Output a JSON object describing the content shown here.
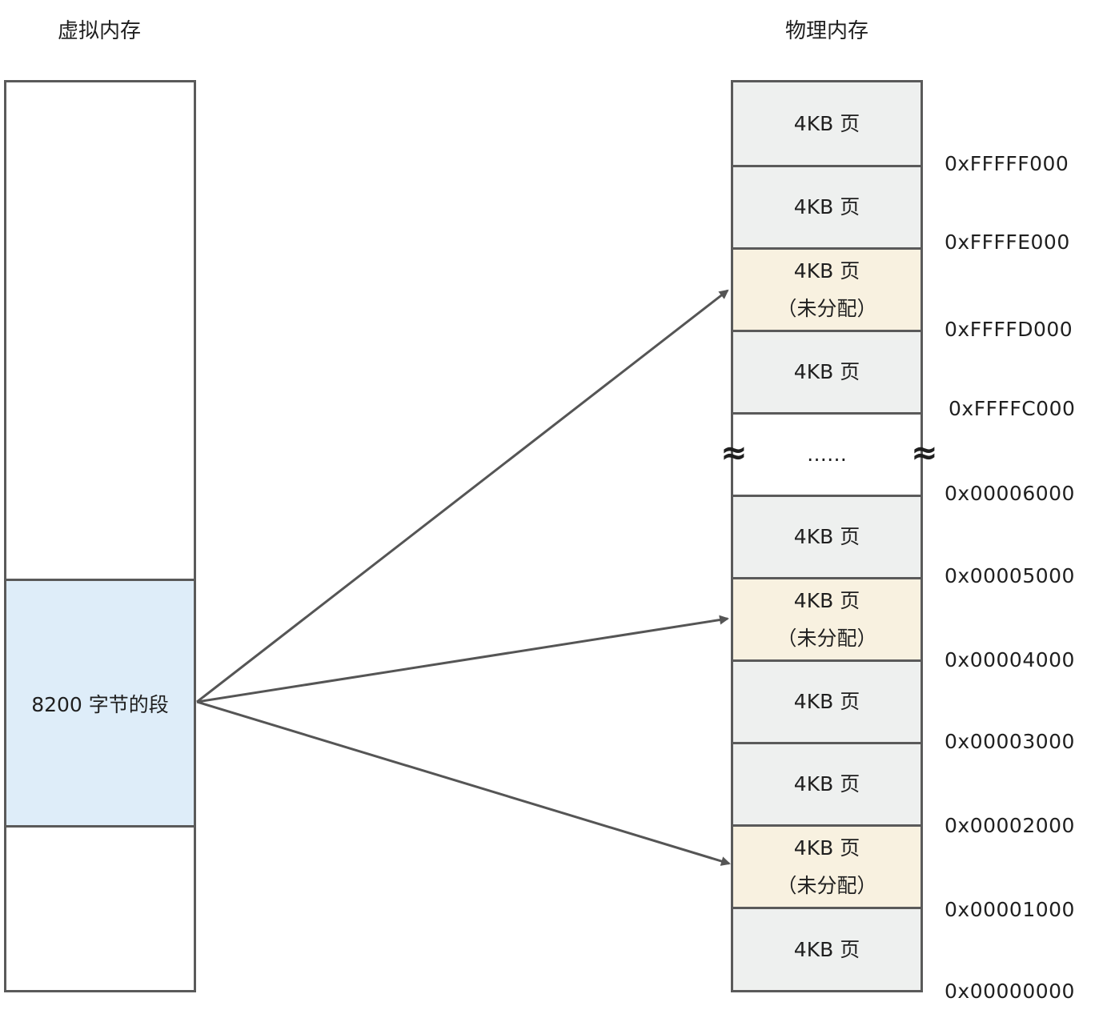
{
  "titles": {
    "virtual": "虚拟内存",
    "physical": "物理内存"
  },
  "virtual_memory": {
    "segment_label": "8200 字节的段"
  },
  "physical_memory": {
    "pages": [
      {
        "line1": "4KB 页",
        "line2": "",
        "state": "used"
      },
      {
        "line1": "4KB 页",
        "line2": "",
        "state": "used"
      },
      {
        "line1": "4KB 页",
        "line2": "（未分配）",
        "state": "free"
      },
      {
        "line1": "4KB 页",
        "line2": "",
        "state": "used"
      },
      {
        "line1": "……",
        "line2": "",
        "state": "gap"
      },
      {
        "line1": "4KB 页",
        "line2": "",
        "state": "used"
      },
      {
        "line1": "4KB 页",
        "line2": "（未分配）",
        "state": "free"
      },
      {
        "line1": "4KB 页",
        "line2": "",
        "state": "used"
      },
      {
        "line1": "4KB 页",
        "line2": "",
        "state": "used"
      },
      {
        "line1": "4KB 页",
        "line2": "（未分配）",
        "state": "free"
      },
      {
        "line1": "4KB 页",
        "line2": "",
        "state": "used"
      }
    ],
    "gap_marker": "≈"
  },
  "addresses": [
    "0xFFFFF000",
    "0xFFFFE000",
    "0xFFFFD000",
    "0xFFFFC000",
    "0x00006000",
    "0x00005000",
    "0x00004000",
    "0x00003000",
    "0x00002000",
    "0x00001000",
    "0x00000000"
  ],
  "colors": {
    "border": "#5a5a5a",
    "segment_fill": "#deedf9",
    "free_page_fill": "#f8f1e0",
    "used_page_fill": "#eef0ef",
    "arrow": "#555555"
  }
}
